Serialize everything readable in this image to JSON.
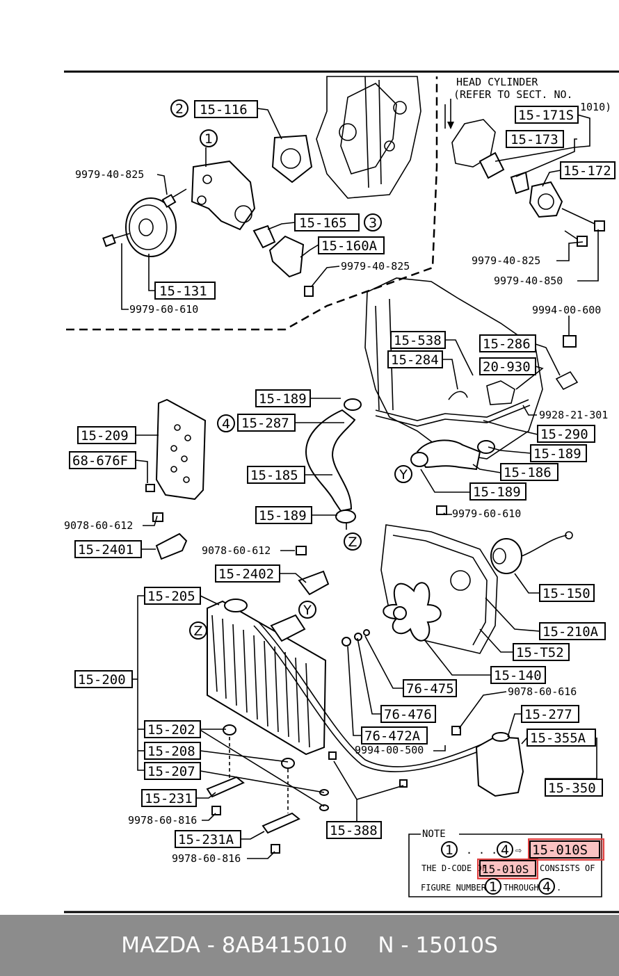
{
  "head_cylinder": {
    "line1": "HEAD CYLINDER",
    "line2": "(REFER TO SECT. NO.",
    "line3": "1010)"
  },
  "labels": {
    "p15_116": "15-116",
    "p15_165": "15-165",
    "p15_160A": "15-160A",
    "p15_131": "15-131",
    "p15_171S": "15-171S",
    "p15_173": "15-173",
    "p15_172": "15-172",
    "p15_538": "15-538",
    "p15_284": "15-284",
    "p15_286": "15-286",
    "p20_930": "20-930",
    "p15_189a": "15-189",
    "p15_287": "15-287",
    "p15_290": "15-290",
    "p15_189b": "15-189",
    "p15_186": "15-186",
    "p15_189c": "15-189",
    "p15_209": "15-209",
    "p68_676F": "68-676F",
    "p15_185": "15-185",
    "p15_189d": "15-189",
    "p15_2401": "15-2401",
    "p15_2402": "15-2402",
    "p15_150": "15-150",
    "p15_205": "15-205",
    "p15_210A": "15-210A",
    "p15_T52": "15-T52",
    "p15_200": "15-200",
    "p15_140": "15-140",
    "p76_475": "76-475",
    "p76_476": "76-476",
    "p76_472A": "76-472A",
    "p15_277": "15-277",
    "p15_355A": "15-355A",
    "p15_202": "15-202",
    "p15_208": "15-208",
    "p15_207": "15-207",
    "p15_350": "15-350",
    "p15_231": "15-231",
    "p15_388": "15-388",
    "p15_231A": "15-231A"
  },
  "codes": {
    "c9979_40_825a": "9979-40-825",
    "c9979_40_825b": "9979-40-825",
    "c9979_60_610a": "9979-60-610",
    "c9979_40_825c": "9979-40-825",
    "c9979_40_850": "9979-40-850",
    "c9994_00_600": "9994-00-600",
    "c9928_21_301": "9928-21-301",
    "c9078_60_612a": "9078-60-612",
    "c9979_60_610b": "9979-60-610",
    "c9078_60_612b": "9078-60-612",
    "c9078_60_616": "9078-60-616",
    "c9994_00_500": "9994-00-500",
    "c9978_60_816a": "9978-60-816",
    "c9978_60_816b": "9978-60-816"
  },
  "markers": {
    "m1": "1",
    "m2": "2",
    "m3": "3",
    "m4": "4",
    "y": "Y",
    "z": "Z"
  },
  "note": {
    "title": "NOTE",
    "range_sep": ". . . .",
    "arrow": "⇨",
    "code": "15-010S",
    "line2_pre": "THE D-CODE OF",
    "line2_post": "CONSISTS OF",
    "line3_pre": "FIGURE NUMBERS",
    "line3_mid": "THROUGH",
    "line3_post": "."
  },
  "footer": {
    "brand_part": "MAZDA - 8AB415010",
    "ref": "N - 15010S"
  }
}
